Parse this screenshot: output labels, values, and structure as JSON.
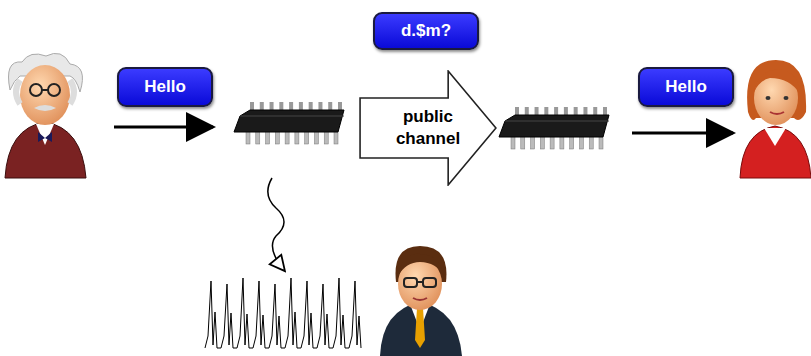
{
  "diagram": {
    "nodes": [
      {
        "text": [
          "Hello"
        ]
      },
      {
        "text": [
          "d.$m?"
        ]
      },
      {
        "text": [
          "public channel"
        ]
      },
      {
        "text": [
          "Hello"
        ]
      }
    ]
  }
}
